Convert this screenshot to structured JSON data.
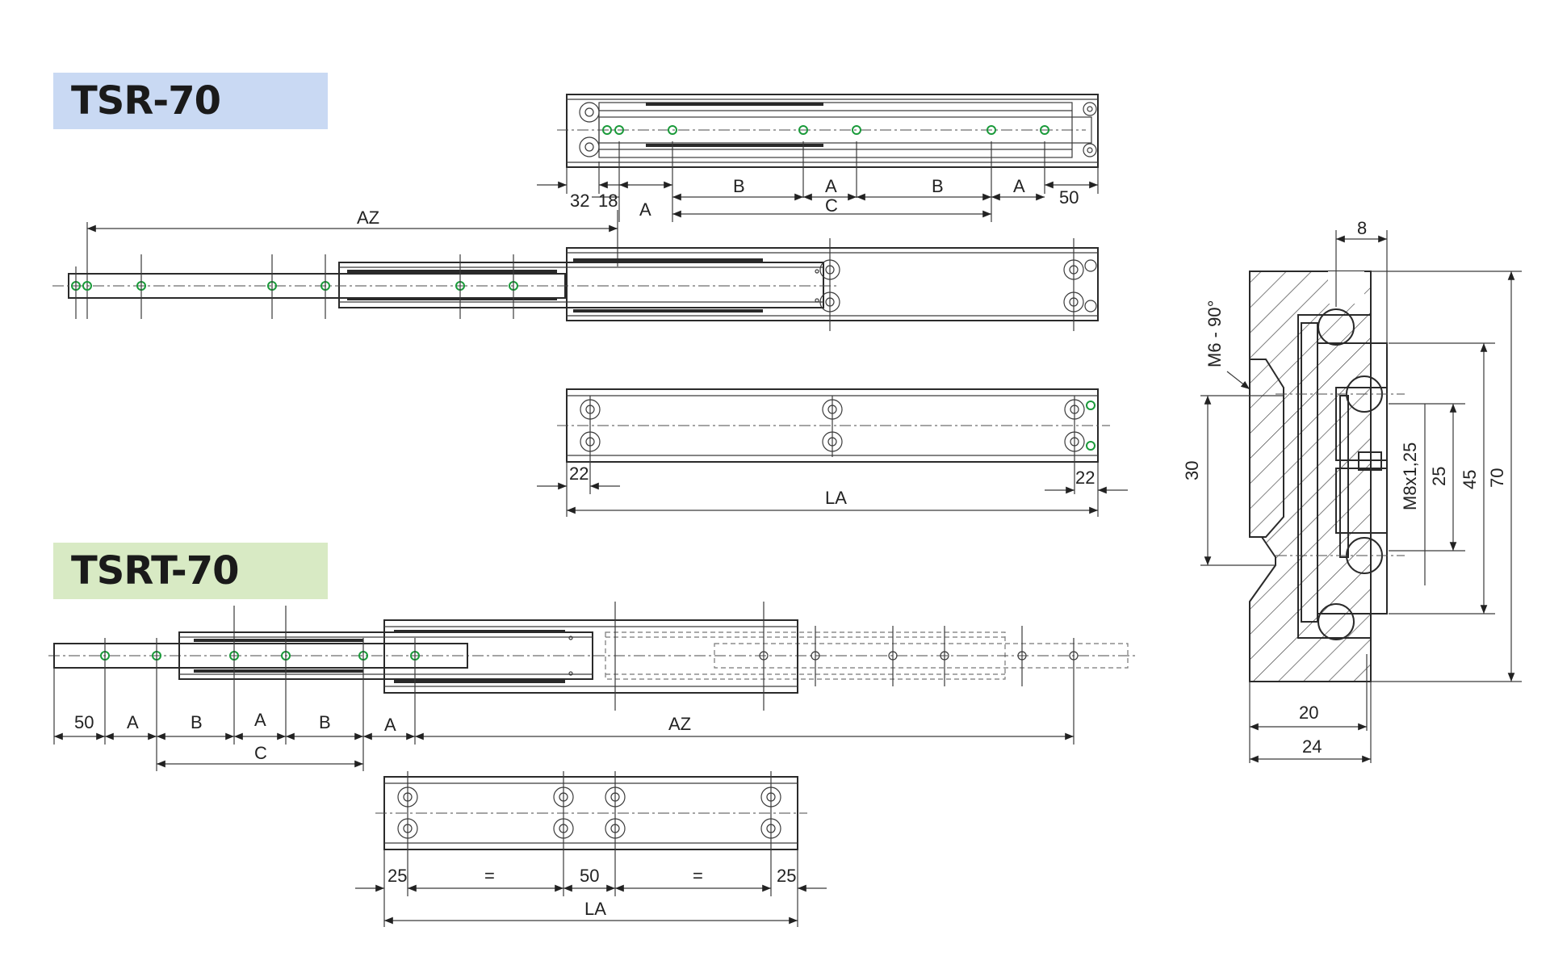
{
  "colors": {
    "tsr_title_bg": "#c9d9f3",
    "tsrt_title_bg": "#d8eac4",
    "hole_accent": "#1a9a3a"
  },
  "titles": {
    "tsr": "TSR-70",
    "tsrt": "TSRT-70"
  },
  "tsr_top_dims": {
    "d32": "32",
    "d18": "18",
    "a1": "A",
    "b1": "B",
    "a2": "A",
    "b2": "B",
    "a3": "A",
    "d50": "50",
    "c": "C"
  },
  "tsr_mid_dims": {
    "az": "AZ"
  },
  "tsr_bottom_dims": {
    "d22_left": "22",
    "d22_right": "22",
    "la": "LA"
  },
  "tsrt_top_dims": {
    "d50": "50",
    "a1": "A",
    "b1": "B",
    "a2": "A",
    "b2": "B",
    "a3": "A",
    "az": "AZ",
    "c": "C"
  },
  "tsrt_bottom_dims": {
    "d25_left": "25",
    "eq_left": "=",
    "d50": "50",
    "eq_right": "=",
    "d25_right": "25",
    "la": "LA"
  },
  "section_dims": {
    "d8": "8",
    "m6": "M6 - 90°",
    "d30": "30",
    "m8": "M8x1,25",
    "d25": "25",
    "d45": "45",
    "d70": "70",
    "d20": "20",
    "d24": "24"
  }
}
